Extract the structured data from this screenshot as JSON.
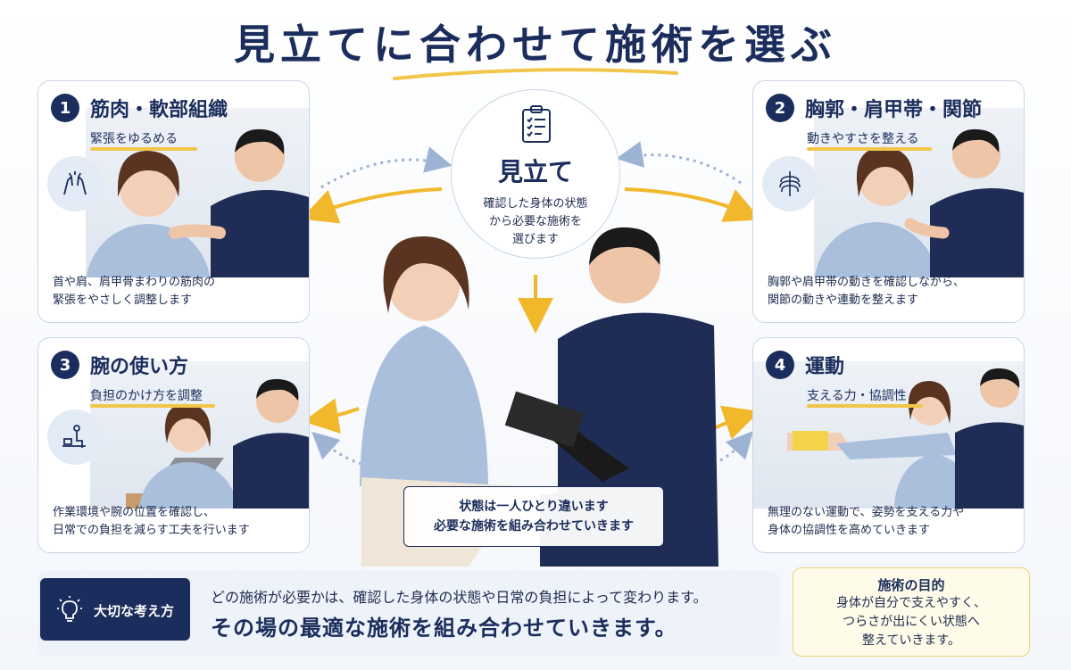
{
  "title": "見立てに合わせて施術を選ぶ",
  "colors": {
    "navy": "#1b2d5c",
    "accent": "#f2c64a",
    "border": "#c9d5e6"
  },
  "center": {
    "title": "見立て",
    "desc": [
      "確認した身体の状態",
      "から必要な施術を",
      "選びます"
    ],
    "icon": "clipboard-checklist-icon"
  },
  "cards": [
    {
      "num": "1",
      "title": "筋肉・軟部組織",
      "sub": "緊張をゆるめる",
      "icon": "hands-icon",
      "desc": [
        "首や肩、肩甲骨まわりの筋肉の",
        "緊張をやさしく調整します"
      ]
    },
    {
      "num": "2",
      "title": "胸郭・肩甲帯・関節",
      "sub": "動きやすさを整える",
      "icon": "ribcage-icon",
      "desc": [
        "胸郭や肩甲帯の動きを確認しながら、",
        "関節の動きや連動を整えます"
      ]
    },
    {
      "num": "3",
      "title": "腕の使い方",
      "sub": "負担のかけ方を調整",
      "icon": "desk-worker-icon",
      "desc": [
        "作業環境や腕の位置を確認し、",
        "日常での負担を減らす工夫を行います"
      ]
    },
    {
      "num": "4",
      "title": "運動",
      "sub": "支える力・協調性",
      "icon": "",
      "desc": [
        "無理のない運動で、姿勢を支える力や",
        "身体の協調性を高めていきます"
      ]
    }
  ],
  "callout": [
    "状態は一人ひとり違います",
    "必要な施術を組み合わせていきます"
  ],
  "bottom": {
    "key_label": "大切な考え方",
    "line1": "どの施術が必要かは、確認した身体の状態や日常の負担によって変わります。",
    "line2": "その場の最適な施術を組み合わせていきます。"
  },
  "purpose": {
    "title": "施術の目的",
    "text": [
      "身体が自分で支えやすく、",
      "つらさが出にくい状態へ",
      "整えていきます。"
    ]
  }
}
